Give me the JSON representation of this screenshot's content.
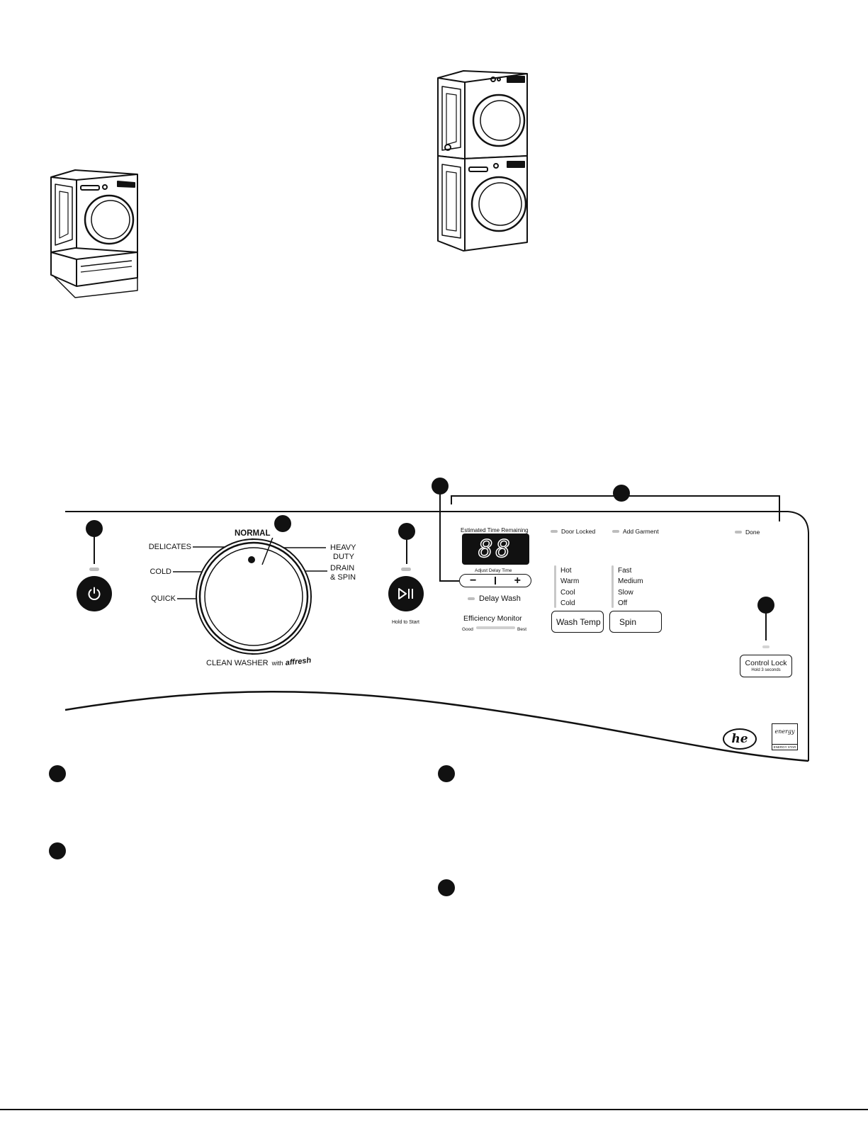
{
  "controls": {
    "hold_to_start": "Hold to Start",
    "dial": {
      "normal": "NORMAL",
      "delicates": "DELICATES",
      "cold": "COLD",
      "quick": "QUICK",
      "heavy_duty_1": "HEAVY",
      "heavy_duty_2": "DUTY",
      "drain_spin_1": "DRAIN",
      "drain_spin_2": "& SPIN",
      "clean_washer": "CLEAN WASHER",
      "with": "with",
      "brand": "affresh"
    },
    "display": {
      "estimated_time": "Estimated Time Remaining",
      "digits": "88",
      "adjust_delay": "Adjust Delay Time",
      "minus": "−",
      "plus": "+",
      "delay_wash": "Delay Wash",
      "efficiency_monitor": "Efficiency Monitor",
      "good": "Good",
      "best": "Best"
    },
    "status": {
      "door_locked": "Door Locked",
      "add_garment": "Add Garment",
      "done": "Done"
    },
    "wash_temp": {
      "label": "Wash Temp",
      "options": [
        "Hot",
        "Warm",
        "Cool",
        "Cold"
      ]
    },
    "spin": {
      "label": "Spin",
      "options": [
        "Fast",
        "Medium",
        "Slow",
        "Off"
      ]
    },
    "control_lock": {
      "label": "Control Lock",
      "sub": "Hold 3 seconds"
    },
    "logos": {
      "he": "he",
      "energy_star_script": "energy",
      "energy_star": "ENERGY STAR"
    }
  },
  "icons": {
    "power": "power-icon",
    "play_pause": "play-pause-icon"
  }
}
